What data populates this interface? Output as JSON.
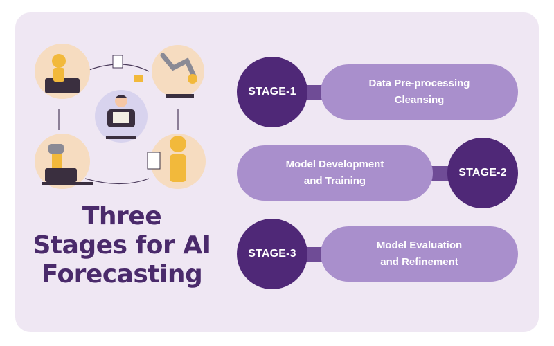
{
  "title_lines": [
    "Three",
    "Stages for AI",
    "Forecasting"
  ],
  "stages": [
    {
      "badge": "STAGE-1",
      "lines": [
        "Data Pre-processing",
        "Cleansing"
      ]
    },
    {
      "badge": "STAGE-2",
      "lines": [
        "Model Development",
        "and Training"
      ]
    },
    {
      "badge": "STAGE-3",
      "lines": [
        "Model Evaluation",
        "and Refinement"
      ]
    }
  ],
  "colors": {
    "background": "#efe7f3",
    "badge": "#4f2877",
    "pill": "#a98fcc",
    "connector": "#6f4c96",
    "title": "#4a2a6b",
    "illustration_circle": "#f6dcc0",
    "robot_yellow": "#f2b93b"
  },
  "illustration": {
    "icons": [
      "robot-with-laptop-icon",
      "robot-arm-icon",
      "person-at-computer-icon",
      "robot-typing-icon",
      "robot-with-clipboard-icon",
      "envelope-icon",
      "document-icon"
    ]
  }
}
